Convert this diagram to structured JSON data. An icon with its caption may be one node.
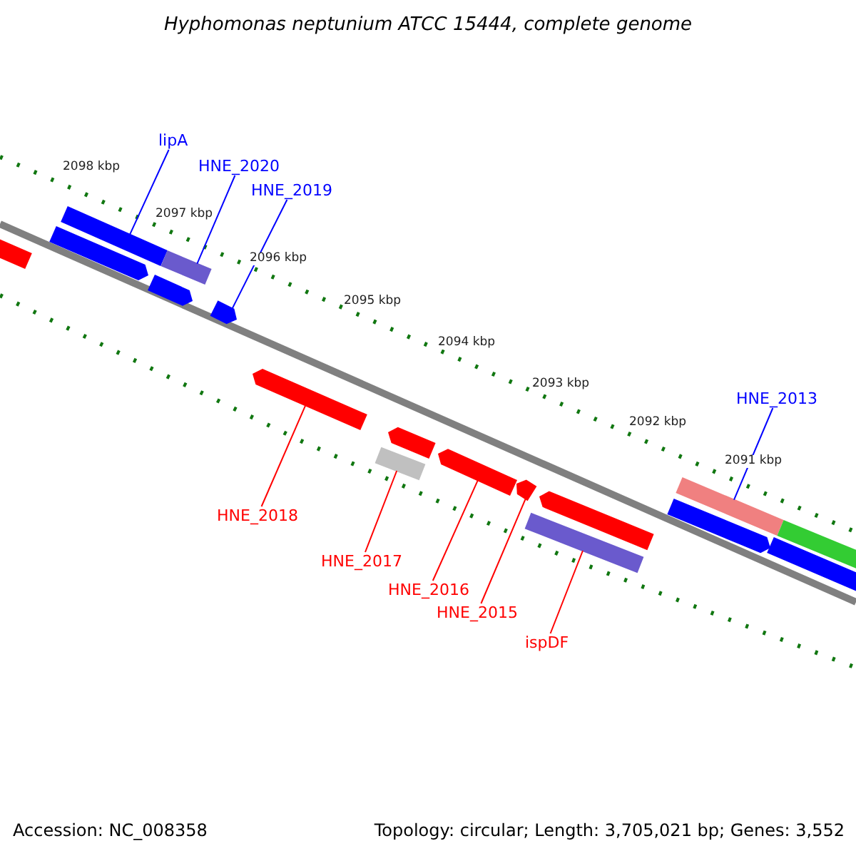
{
  "diagram": {
    "title": "Hyphomonas neptunium ATCC 15444, complete genome",
    "nodes": [
      {
        "text": [
          "lipA"
        ]
      },
      {
        "text": [],
        "shape": "bar"
      },
      {
        "text": [
          "HNE_2020"
        ]
      },
      {
        "text": [],
        "shape": "bar"
      },
      {
        "text": [
          "HNE_2019"
        ]
      },
      {
        "text": [],
        "shape": "bar"
      },
      {
        "text": [
          "HNE_2013"
        ]
      },
      {
        "text": [],
        "shape": "bar"
      },
      {
        "text": [
          "HNE_2018"
        ]
      },
      {
        "text": [],
        "shape": "bar"
      },
      {
        "text": [
          "HNE_2017"
        ]
      },
      {
        "text": [],
        "shape": "bar"
      },
      {
        "text": [
          "HNE_2016"
        ]
      },
      {
        "text": [],
        "shape": "bar"
      },
      {
        "text": [
          "HNE_2015"
        ]
      },
      {
        "text": [],
        "shape": "bar"
      },
      {
        "text": [
          "ispDF"
        ]
      },
      {
        "text": [],
        "shape": "bar"
      },
      {
        "text": [],
        "shape": "bar"
      },
      {
        "text": [],
        "shape": "bar"
      },
      {
        "text": [],
        "shape": "bar"
      },
      {
        "text": [],
        "shape": "bar"
      },
      {
        "text": [],
        "shape": "bar"
      },
      {
        "text": [],
        "shape": "bar"
      },
      {
        "text": [],
        "shape": "bar"
      },
      {
        "text": [],
        "shape": "bar"
      }
    ],
    "edges": [
      {
        "from": 0,
        "to": 1,
        "arrow": "none",
        "color": "#0000ff"
      },
      {
        "from": 2,
        "to": 3,
        "arrow": "none",
        "color": "#0000ff"
      },
      {
        "from": 4,
        "to": 5,
        "arrow": "none",
        "color": "#0000ff"
      },
      {
        "from": 6,
        "to": 7,
        "arrow": "none",
        "color": "#0000ff"
      },
      {
        "from": 8,
        "to": 9,
        "arrow": "none"
      },
      {
        "from": 10,
        "to": 11,
        "arrow": "none"
      },
      {
        "from": 12,
        "to": 13,
        "arrow": "none"
      },
      {
        "from": 14,
        "to": 15,
        "arrow": "none"
      },
      {
        "from": 16,
        "to": 17,
        "arrow": "none"
      }
    ],
    "labels": [
      "2098 kbp",
      "2097 kbp",
      "2096 kbp",
      "2095 kbp",
      "2094 kbp",
      "2093 kbp",
      "2092 kbp",
      "2091 kbp",
      "Accession: NC_008358",
      "Topology: circular; Length: 3,705,021 bp; Genes: 3,552"
    ]
  }
}
